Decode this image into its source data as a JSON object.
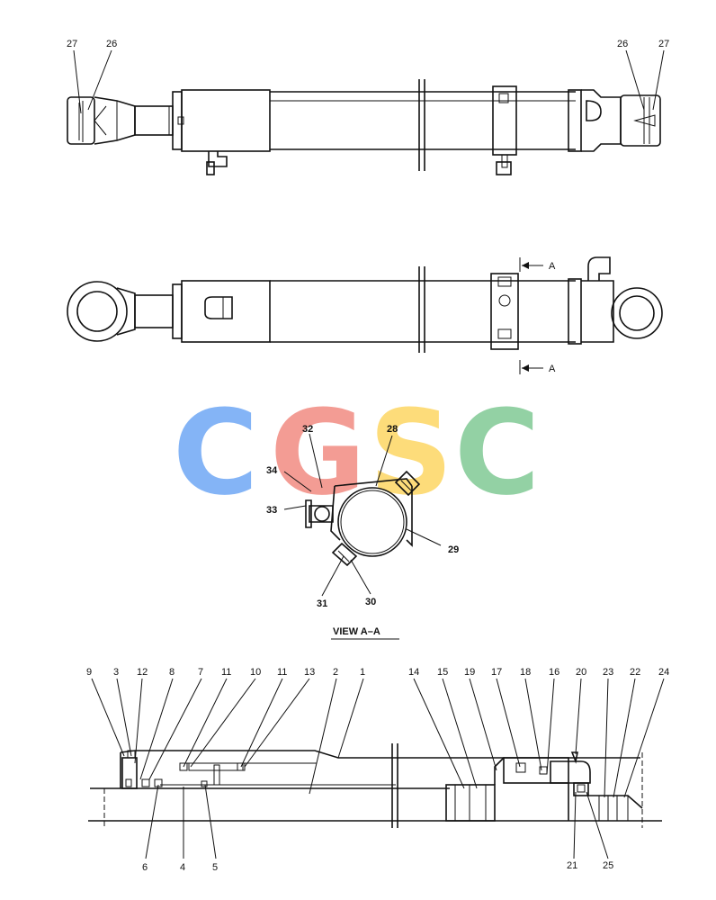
{
  "labels": {
    "top_left_27": "27",
    "top_left_26": "26",
    "top_right_26": "26",
    "top_right_27": "27",
    "section_a_top": "A",
    "section_a_bottom": "A",
    "v28": "28",
    "v29": "29",
    "v30": "30",
    "v31": "31",
    "v32": "32",
    "v33": "33",
    "v34": "34",
    "view_title": "VIEW A–A",
    "b9": "9",
    "b3": "3",
    "b12": "12",
    "b8": "8",
    "b7": "7",
    "b11a": "11",
    "b10": "10",
    "b11b": "11",
    "b13": "13",
    "b2": "2",
    "b1": "1",
    "b14": "14",
    "b15": "15",
    "b19": "19",
    "b17": "17",
    "b18": "18",
    "b16": "16",
    "b20": "20",
    "b23": "23",
    "b22": "22",
    "b24": "24",
    "b6": "6",
    "b4": "4",
    "b5": "5",
    "b21": "21",
    "b25": "25"
  },
  "watermark": {
    "letters": [
      "C",
      "G",
      "S",
      "C"
    ],
    "colors": [
      "#6fa8f5",
      "#f28b82",
      "#fdd663",
      "#81c995"
    ]
  }
}
